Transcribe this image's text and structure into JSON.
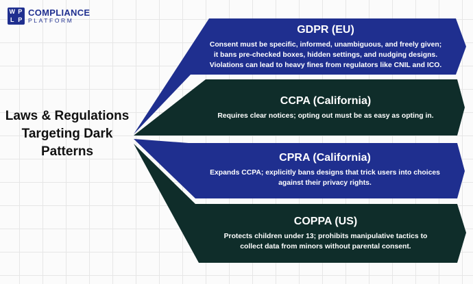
{
  "logo": {
    "mark": [
      "W",
      "P",
      "L",
      "P"
    ],
    "line1": "COMPLIANCE",
    "line2": "PLATFORM"
  },
  "title": [
    "Laws & Regulations",
    "Targeting Dark",
    "Patterns"
  ],
  "colors": {
    "navy": "#1f2f8f",
    "dark_green": "#0f2d2a",
    "text_dark": "#111111"
  },
  "laws": [
    {
      "name": "GDPR (EU)",
      "lines": [
        "Consent must be specific, informed, unambiguous, and freely given;",
        "it bans pre-checked boxes, hidden settings, and nudging designs.",
        "Violations can lead to heavy fines from regulators like CNIL and ICO."
      ],
      "color": "#1f2f8f"
    },
    {
      "name": "CCPA (California)",
      "lines": [
        "Requires clear notices; opting out must be as easy as opting in."
      ],
      "color": "#0f2d2a"
    },
    {
      "name": "CPRA (California)",
      "lines": [
        "Expands CCPA; explicitly bans designs that trick users into choices",
        "against their privacy rights."
      ],
      "color": "#1f2f8f"
    },
    {
      "name": "COPPA (US)",
      "lines": [
        "Protects children under 13; prohibits manipulative tactics to",
        "collect data from minors without parental consent."
      ],
      "color": "#0f2d2a"
    }
  ]
}
